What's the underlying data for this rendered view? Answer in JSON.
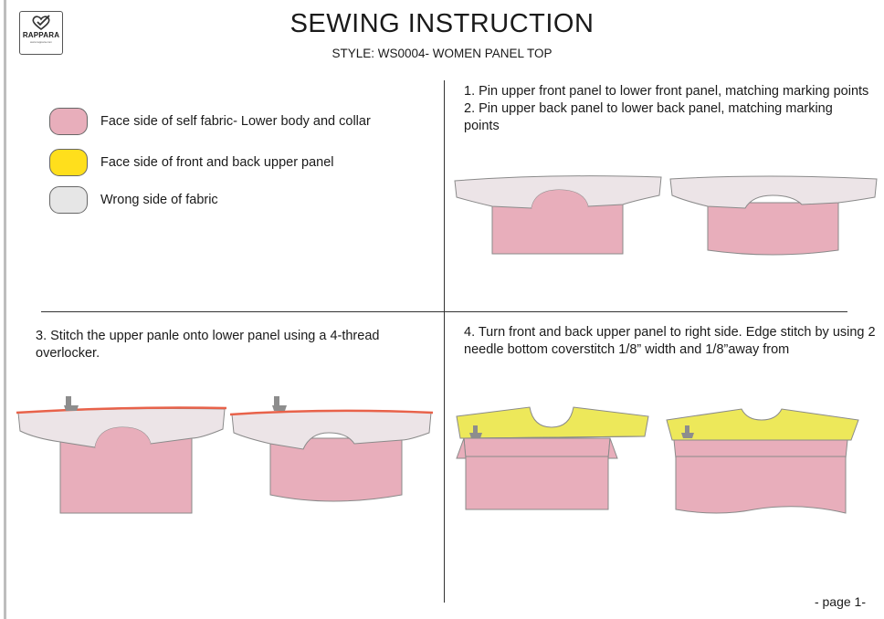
{
  "header": {
    "logo_text": "RAPPARA",
    "logo_subtext": "www.rappara.com",
    "title": "SEWING INSTRUCTION",
    "style_line": "STYLE: WS0004- WOMEN PANEL TOP"
  },
  "legend": [
    {
      "color": "#e8aebb",
      "label": "Face side of self fabric- Lower body and collar"
    },
    {
      "color": "#ffdf1c",
      "label": "Face side of front and back upper panel"
    },
    {
      "color": "#e6e6e6",
      "label": "Wrong side of fabric"
    }
  ],
  "steps": {
    "step1": {
      "line1": "1. Pin  upper front panel to lower front panel, matching marking points"
    },
    "step2": {
      "line1": "2. Pin upper back panel to lower back panel, matching marking points"
    },
    "step3": {
      "text": "3. Stitch the upper panle onto lower panel using a 4-thread overlocker."
    },
    "step4": {
      "text": "4. Turn front and back upper panel to right side. Edge stitch by using 2 needle bottom coverstitch 1/8” width and 1/8”away from"
    }
  },
  "colors": {
    "pink": "#e8aebb",
    "yellow": "#ede85a",
    "wrong_side": "#ece4e7",
    "overlock": "#e8624a",
    "outline": "#8a8a8a"
  },
  "icons": [
    "needle-foot-icon",
    "heart-check-icon"
  ],
  "footer": {
    "page": "- page 1-"
  }
}
